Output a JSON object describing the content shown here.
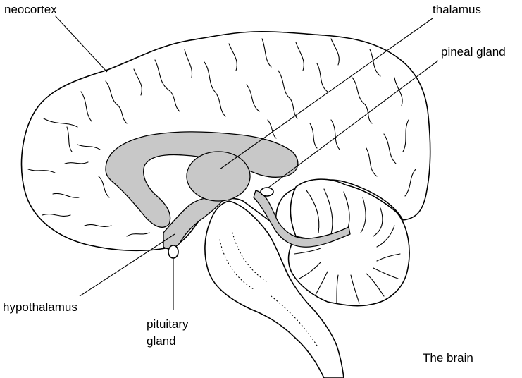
{
  "labels": {
    "neocortex": "neocortex",
    "thalamus": "thalamus",
    "pineal_gland": "pineal gland",
    "hypothalamus": "hypothalamus",
    "pituitary_line1": "pituitary",
    "pituitary_line2": "gland",
    "caption": "The brain"
  },
  "colors": {
    "highlight_fill": "#c8c8c8",
    "outline": "#000000",
    "background": "#ffffff"
  }
}
